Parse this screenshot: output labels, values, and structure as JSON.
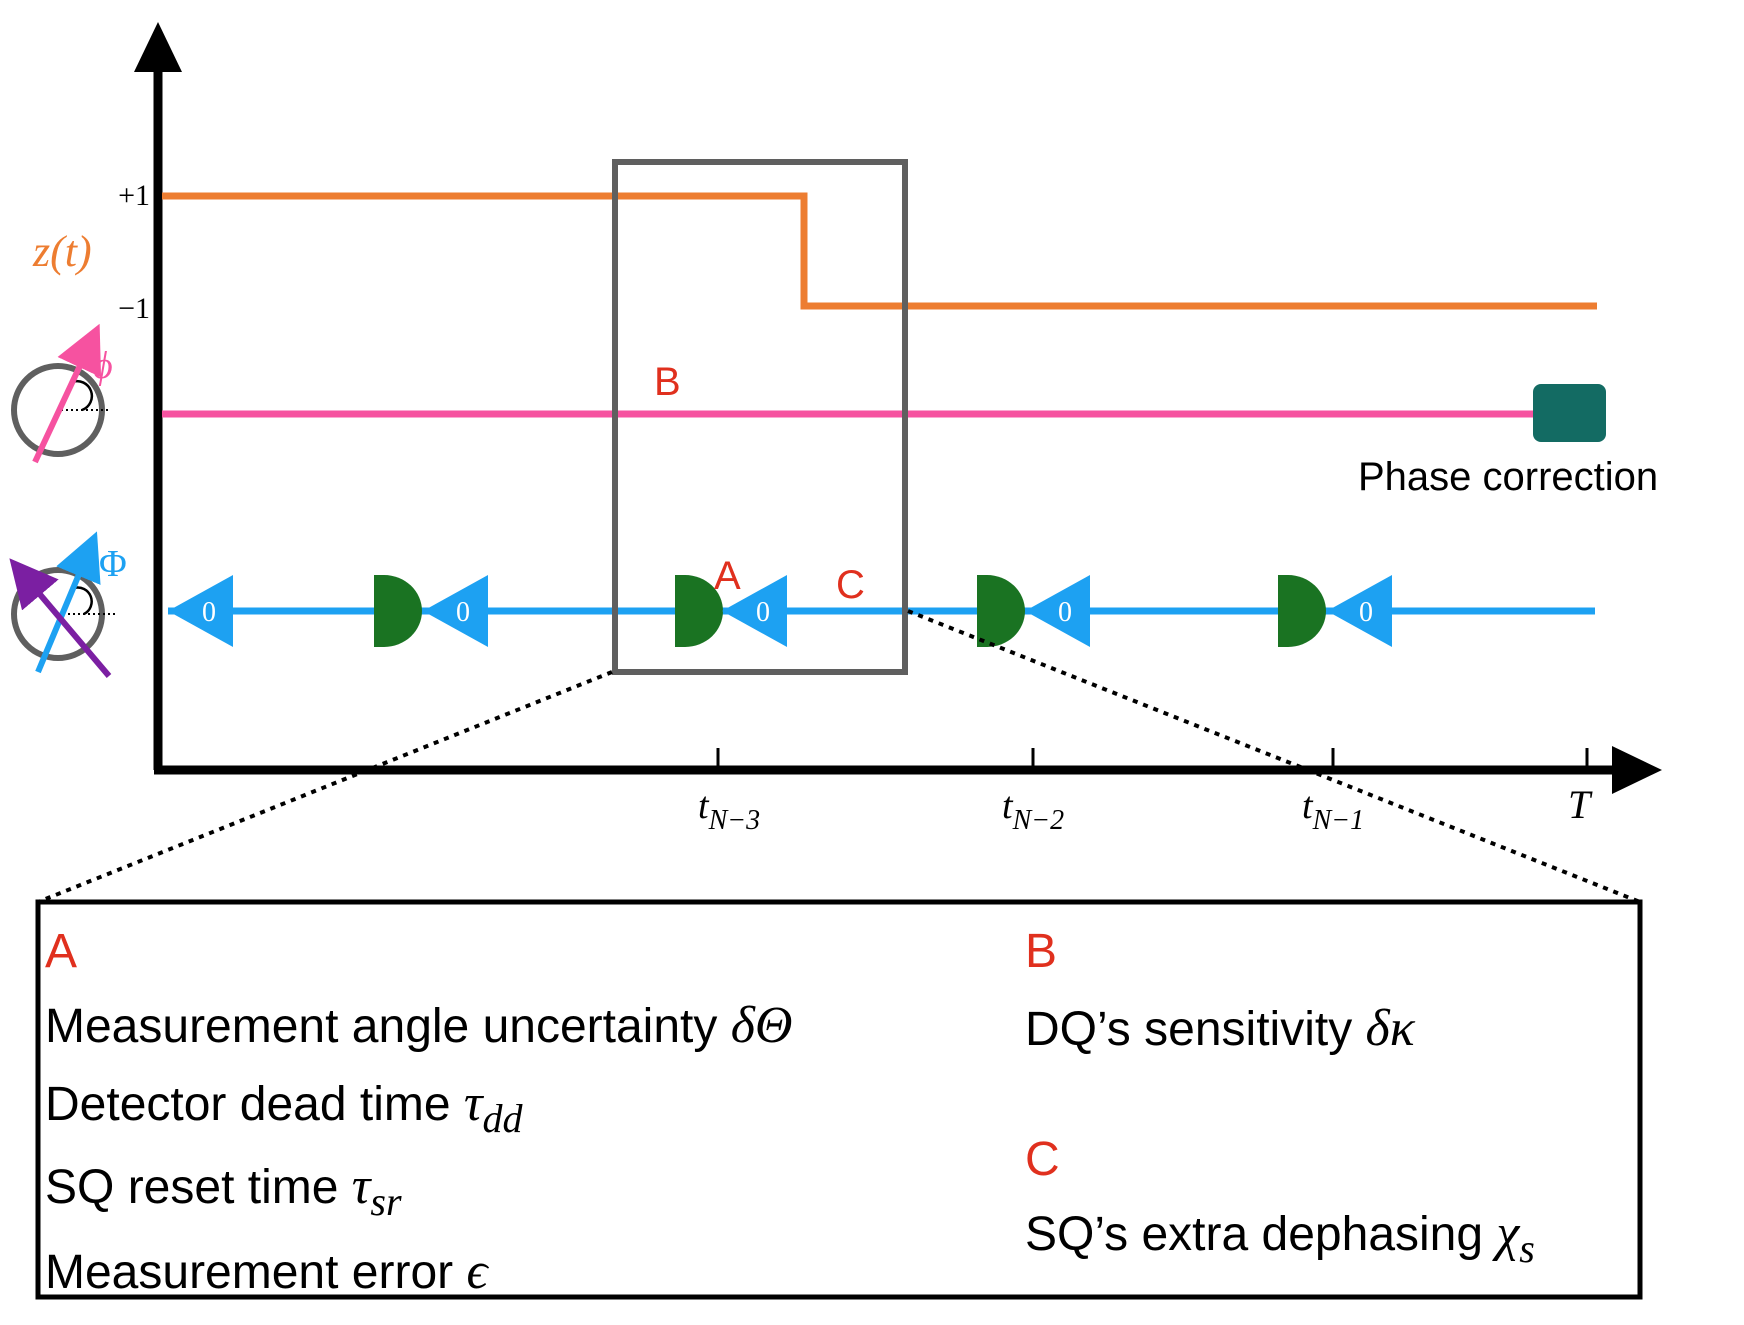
{
  "colors": {
    "axis": "#000000",
    "z_line": "#ED7D31",
    "phi_line": "#F652A0",
    "Phi_line": "#1DA1F2",
    "Phi_arrow_purple": "#7B1FA2",
    "detector": "#1A7322",
    "phase_box": "#136B63",
    "frame_gray": "#5F5F5F",
    "label_red": "#E0301E",
    "circle_gray": "#5F5F5F"
  },
  "y_axis": {
    "tick_plus": "+1",
    "tick_minus": "−1",
    "label": "z(t)"
  },
  "x_axis": {
    "ticks": [
      {
        "main": "t",
        "sub": "N−3"
      },
      {
        "main": "t",
        "sub": "N−2"
      },
      {
        "main": "t",
        "sub": "N−1"
      },
      {
        "main": "T",
        "sub": ""
      }
    ]
  },
  "qubits": {
    "phi_symbol": "ϕ",
    "Phi_symbol": "Φ"
  },
  "markers": {
    "A": "A",
    "B": "B",
    "C": "C"
  },
  "reset_pulse_label": "0",
  "phase_correction_label": "Phase correction",
  "legend": {
    "A": {
      "heading": "A",
      "items": [
        {
          "text": "Measurement angle uncertainty ",
          "sym": "δΘ",
          "sub": ""
        },
        {
          "text": "Detector dead time ",
          "sym": "τ",
          "sub": "dd"
        },
        {
          "text": "SQ reset time ",
          "sym": "τ",
          "sub": "sr"
        },
        {
          "text": "Measurement error ",
          "sym": "ϵ",
          "sub": ""
        }
      ]
    },
    "B": {
      "heading": "B",
      "items": [
        {
          "text": "DQ’s sensitivity ",
          "sym": "δκ",
          "sub": ""
        }
      ]
    },
    "C": {
      "heading": "C",
      "items": [
        {
          "text": "SQ’s extra dephasing ",
          "sym": "χ",
          "sub": "s"
        }
      ]
    }
  }
}
